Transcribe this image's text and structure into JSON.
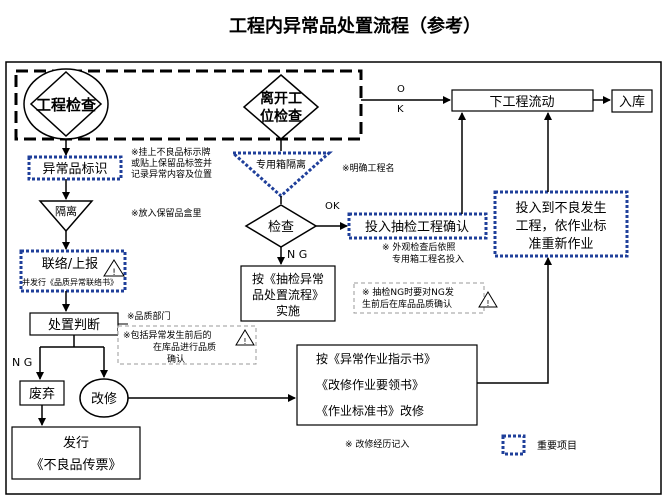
{
  "title": "工程内异常品处置流程（参考）",
  "nodes": {
    "inspect": "工程检查",
    "leave_line_1": "离开工",
    "leave_line_2": "位检查",
    "abnormal_mark": "异常品标识",
    "isolate": "隔离",
    "contact": "联络/上报",
    "contact_note": "并发行《品质异常联络书》",
    "judge": "处置判断",
    "ng_left": "N G",
    "scrap": "废弃",
    "repair": "改修",
    "issue_1": "发行",
    "issue_2": "《不良品传票》",
    "special_box": "专用箱隔离",
    "check": "检查",
    "ok_top_1": "O",
    "ok_top_2": "K",
    "ok_mid_1": "O",
    "ok_mid_2": "K",
    "ng_mid": "N G",
    "sample_confirm": "投入抽检工程确认",
    "per_proc_1": "按《抽检异常",
    "per_proc_2": "品处置流程》",
    "per_proc_3": "实施",
    "next_proc": "下工程流动",
    "warehouse": "入库",
    "reinput_1": "投入到不良发生",
    "reinput_2": "工程，依作业标",
    "reinput_3": "准重新作业",
    "instr_1": "按《异常作业指示书》",
    "instr_2": "《改修作业要领书》",
    "instr_3": "《作业标准书》改修"
  },
  "notes": {
    "tag_1": "※挂上不良品标示牌",
    "tag_2": "或贴上保留品标签并",
    "tag_3": "记录异常内容及位置",
    "put_box": "※放入保留品盒里",
    "name_proc": "※明确工程名",
    "dept": "※品质部门",
    "include_1": "※包括异常发生前后的",
    "include_2": "在库品进行品质",
    "include_3": "确认",
    "visual_1": "※ 外观检查后依照",
    "visual_2": "专用箱工程名投入",
    "sample_ng_1": "※ 抽检NG时要对NG发",
    "sample_ng_2": "生前后在库品品质确认",
    "record": "※ 改修经历记入"
  },
  "legend": {
    "label": "重要项目"
  },
  "warning_mark": "!",
  "colors": {
    "line": "#000000",
    "important_border": "#1f3f9a",
    "note_border": "#999999"
  }
}
